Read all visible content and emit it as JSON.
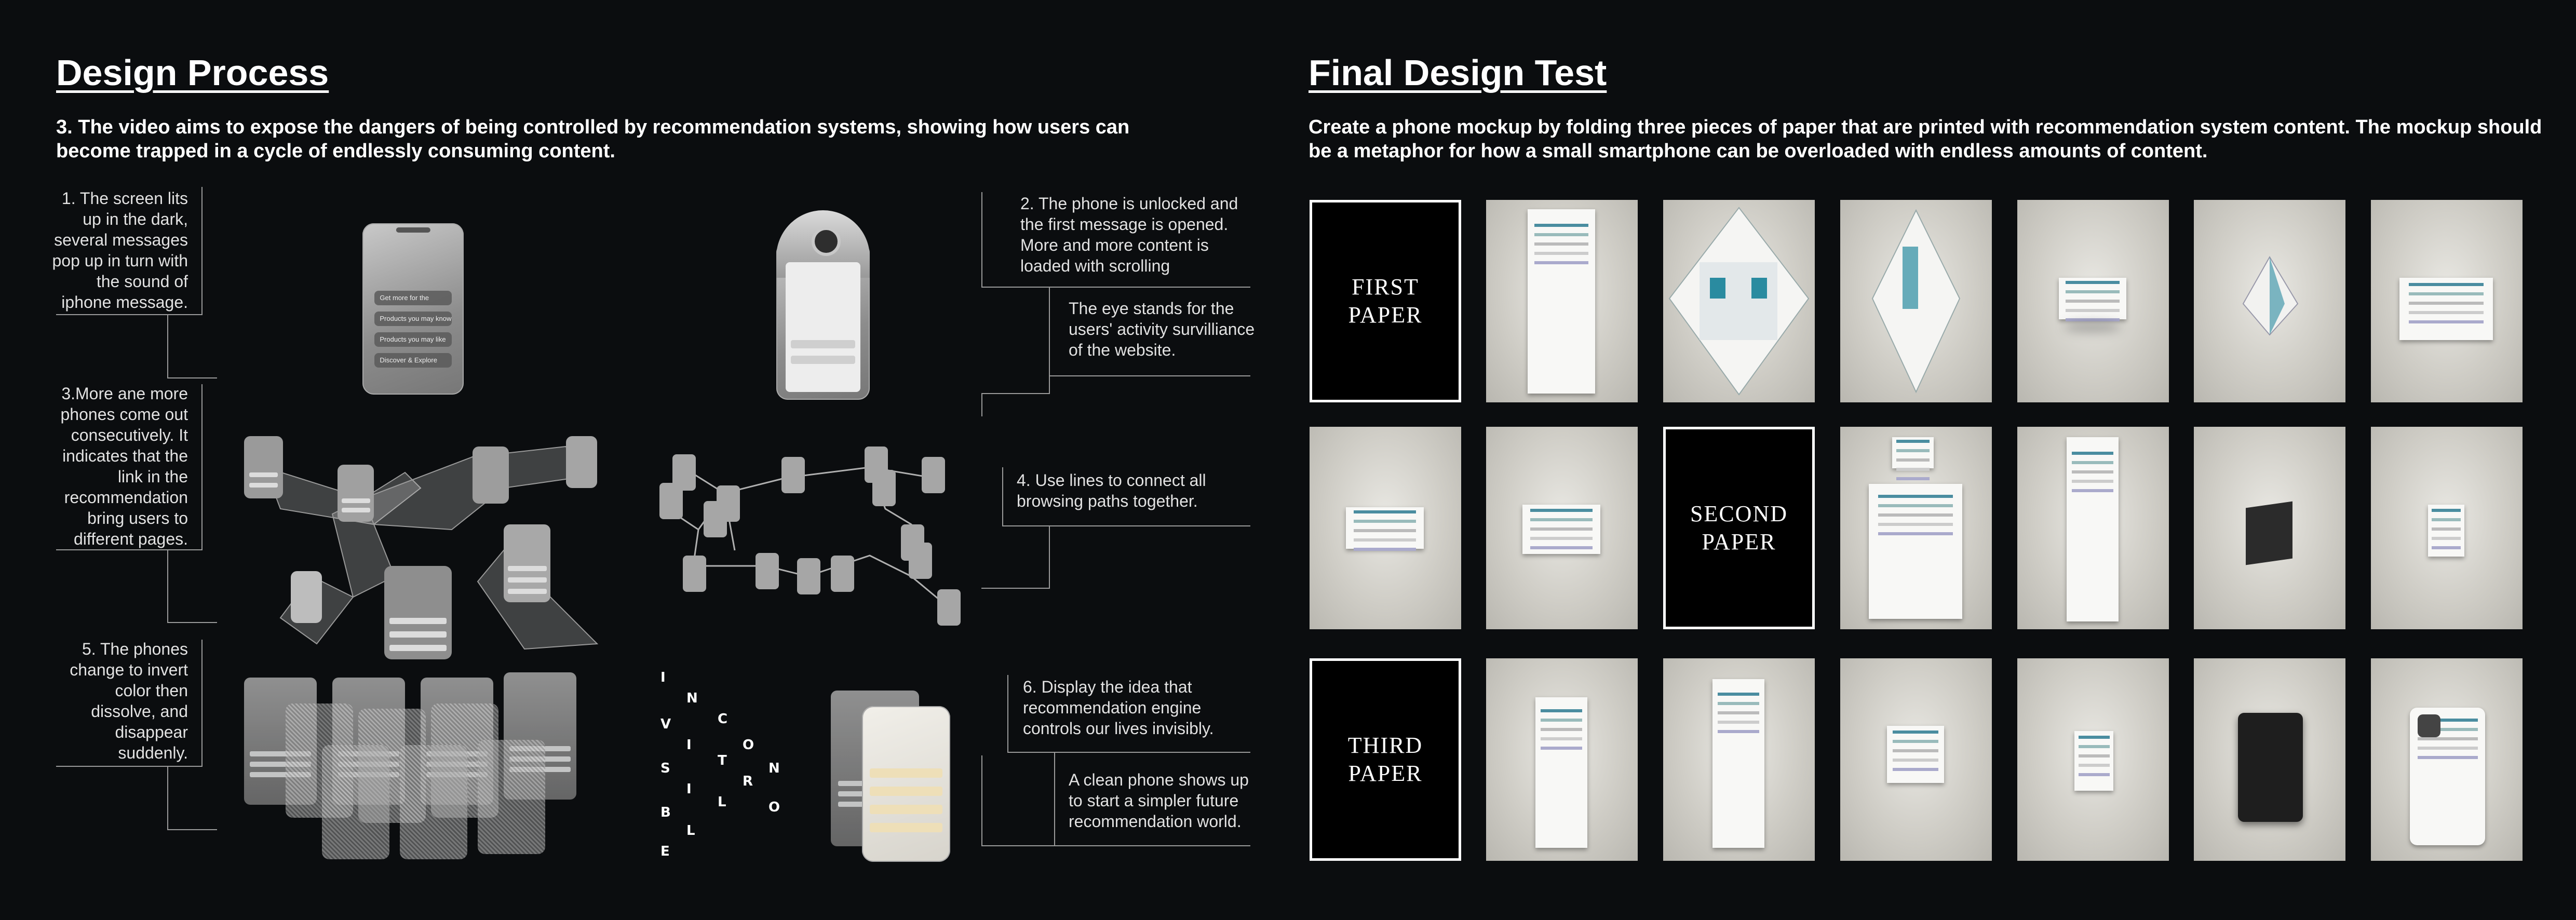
{
  "left": {
    "title": "Design Process",
    "lead": "3. The video aims to expose the dangers of being controlled by recommendation systems, showing how users can become trapped in a cycle of endlessly consuming content.",
    "captions": {
      "c1": "1. The screen lits up in the dark, several messages pop up in turn with the sound of iphone message.",
      "c3": "3.More ane more phones come out consecutively. It indicates that the link in the recommendation bring users to different pages.",
      "c5": "5.  The phones change to invert color then dissolve, and disappear suddenly.",
      "c2": "2. The phone is unlocked and the first message is opened. More and more content is loaded with scrolling",
      "c2b": "The eye stands for the users' activity survilliance of the website.",
      "c4": "4. Use lines to connect all browsing paths together.",
      "c6": "6. Display the idea that recommendation engine controls our lives invisibly.",
      "c6b": "A clean phone shows up to start a simpler future recommendation world."
    },
    "phone_messages": [
      "Get more for the",
      "Products you may know",
      "Products you may like",
      "Discover & Explore"
    ],
    "invisible_letters": [
      "I",
      "N",
      "V",
      "I",
      "C",
      "O",
      "S",
      "I",
      "T",
      "N",
      "B",
      "L",
      "R",
      "O",
      "L",
      "E"
    ]
  },
  "right": {
    "title": "Final Design Test",
    "lead": "Create a phone mockup by folding three pieces of paper that are printed with recommendation system content. The mockup should be a metaphor for how a small smartphone can be overloaded with endless amounts of content.",
    "labels": {
      "first": "FIRST PAPER",
      "second": "SECOND PAPER",
      "third": "THIRD PAPER"
    }
  },
  "colors": {
    "background": "#0b0d0f",
    "text": "#ffffff",
    "accent": "#4a8da0"
  }
}
